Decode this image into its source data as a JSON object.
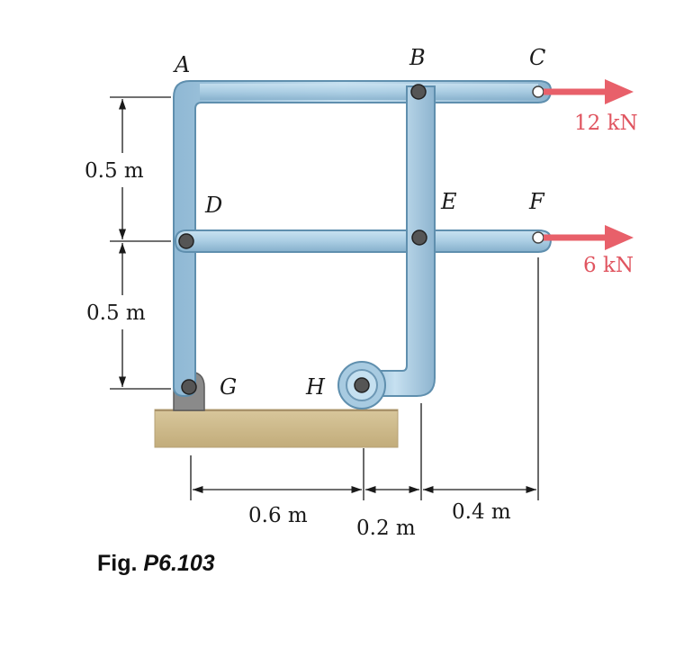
{
  "figure": {
    "caption_prefix": "Fig.",
    "caption_number": "P6.103"
  },
  "points": {
    "A": "A",
    "B": "B",
    "C": "C",
    "D": "D",
    "E": "E",
    "F": "F",
    "G": "G",
    "H": "H"
  },
  "dimensions": {
    "upper_vertical": "0.5 m",
    "lower_vertical": "0.5 m",
    "horizontal_left": "0.6 m",
    "horizontal_middle": "0.2 m",
    "horizontal_right": "0.4 m"
  },
  "loads": {
    "at_C": "12 kN",
    "at_F": "6 kN"
  },
  "colors": {
    "member": "#a9cde4",
    "member_edge": "#5f8fae",
    "load": "#e8606a",
    "ground": "#cdb98c",
    "support": "#8a8a8a"
  }
}
